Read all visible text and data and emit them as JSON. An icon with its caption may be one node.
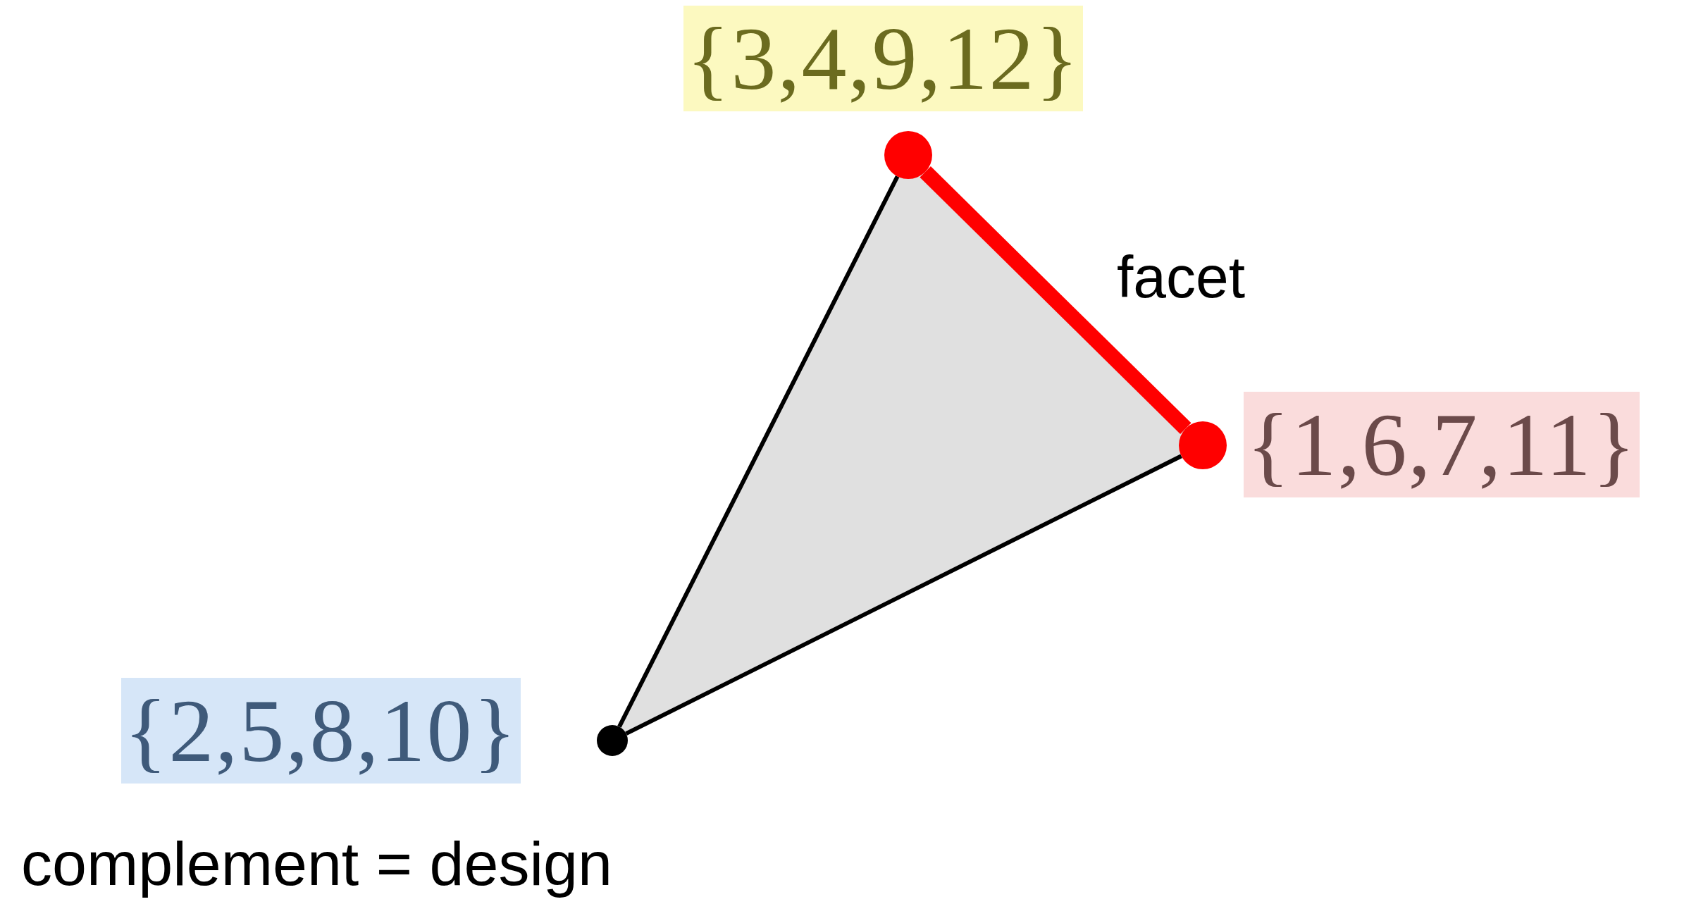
{
  "diagram": {
    "nodes": [
      {
        "text": [],
        "shape": "circle",
        "beside": [
          "{3,4,9,12}"
        ]
      },
      {
        "text": [],
        "shape": "circle",
        "beside": [
          "{1,6,7,11}"
        ]
      },
      {
        "text": [],
        "shape": "circle",
        "beside": [
          "{2,5,8,10}"
        ]
      }
    ],
    "edges": [
      {
        "from": 0,
        "to": 1,
        "arrow": "none",
        "label": "facet",
        "style": "thick",
        "color": "#ff0000"
      },
      {
        "from": 1,
        "to": 2,
        "arrow": "none"
      },
      {
        "from": 2,
        "to": 0,
        "arrow": "none"
      }
    ],
    "labels": [
      "complement = design"
    ]
  }
}
